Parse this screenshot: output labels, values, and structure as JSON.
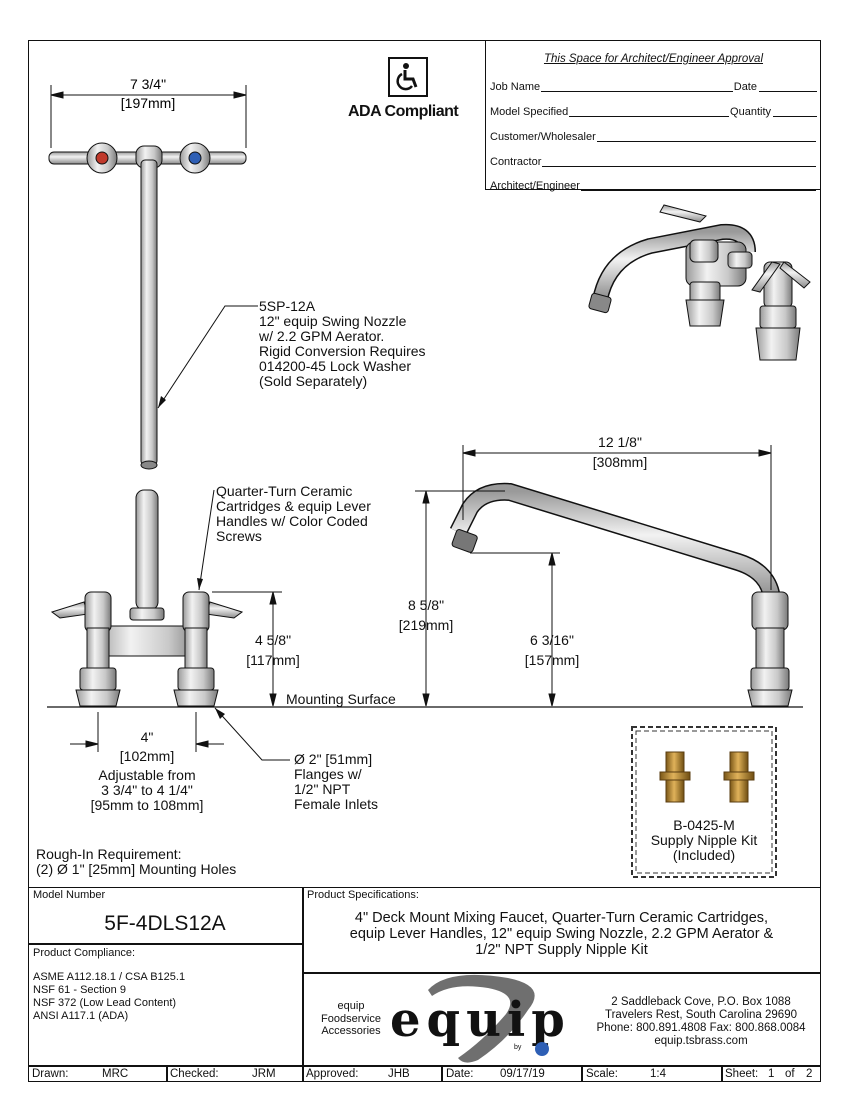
{
  "approval": {
    "heading": "This Space for Architect/Engineer Approval",
    "job_name": "Job Name",
    "date": "Date",
    "model_specified": "Model Specified",
    "quantity": "Quantity",
    "customer": "Customer/Wholesaler",
    "contractor": "Contractor",
    "architect": "Architect/Engineer"
  },
  "ada": {
    "label": "ADA Compliant",
    "icon": "wheelchair-icon"
  },
  "dimensions": {
    "top_width_in": "7 3/4\"",
    "top_width_mm": "197mm",
    "spout_reach_in": "12 1/8\"",
    "spout_reach_mm": "308mm",
    "height_total_in": "8 5/8\"",
    "height_total_mm": "219mm",
    "height_outlet_in": "6 3/16\"",
    "height_outlet_mm": "157mm",
    "handle_height_in": "4 5/8\"",
    "handle_height_mm": "117mm",
    "center_in": "4\"",
    "center_mm": "102mm"
  },
  "callouts": {
    "nozzle": [
      "5SP-12A",
      "12\" equip Swing Nozzle",
      "w/ 2.2 GPM Aerator.",
      "Rigid Conversion Requires",
      "014200-45 Lock Washer",
      "(Sold Separately)"
    ],
    "cartridge": [
      "Quarter-Turn Ceramic",
      "Cartridges & equip Lever",
      "Handles w/ Color Coded",
      "Screws"
    ],
    "mounting_surface": "Mounting Surface",
    "adjustable": [
      "Adjustable from",
      "3 3/4\" to 4 1/4\"",
      "[95mm to 108mm]"
    ],
    "flange": [
      "Ø 2\" [51mm]",
      "Flanges w/",
      "1/2\" NPT",
      "Female Inlets"
    ],
    "nipple_kit": [
      "B-0425-M",
      "Supply Nipple Kit",
      "(Included)"
    ],
    "rough_in": [
      "Rough-In Requirement:",
      "(2) Ø  1\" [25mm] Mounting Holes"
    ]
  },
  "title_block": {
    "model_number_label": "Model Number",
    "model_number": "5F-4DLS12A",
    "specs_label": "Product Specifications:",
    "specs_lines": [
      "4\" Deck Mount Mixing Faucet, Quarter-Turn Ceramic Cartridges,",
      "equip Lever Handles, 12\" equip Swing Nozzle, 2.2 GPM Aerator &",
      "1/2\" NPT Supply Nipple Kit"
    ],
    "compliance_label": "Product Compliance:",
    "compliance_lines": [
      "ASME A112.18.1 / CSA B125.1",
      "NSF 61 - Section 9",
      "NSF 372 (Low Lead Content)",
      "ANSI A117.1 (ADA)"
    ],
    "brand_tag": [
      "equip",
      "Foodservice",
      "Accessories"
    ],
    "brand_logo": "equip",
    "brand_by": "by",
    "address_lines": [
      "2 Saddleback Cove, P.O. Box 1088",
      "Travelers Rest, South Carolina 29690",
      "Phone: 800.891.4808  Fax: 800.868.0084",
      "equip.tsbrass.com"
    ]
  },
  "footer": {
    "drawn_label": "Drawn:",
    "drawn": "MRC",
    "checked_label": "Checked:",
    "checked": "JRM",
    "approved_label": "Approved:",
    "approved": "JHB",
    "date_label": "Date:",
    "date": "09/17/19",
    "scale_label": "Scale:",
    "scale": "1:4",
    "sheet_label": "Sheet:",
    "sheet": "1",
    "of": "of",
    "sheet_total": "2"
  },
  "colors": {
    "line": "#111111",
    "metal_light": "#e6e6e6",
    "metal_dark": "#8a8a8a",
    "hot": "#c0392b",
    "cold": "#2e5fb5",
    "brass": "#b8862d",
    "logo_swoosh": "#6f6f6f"
  }
}
